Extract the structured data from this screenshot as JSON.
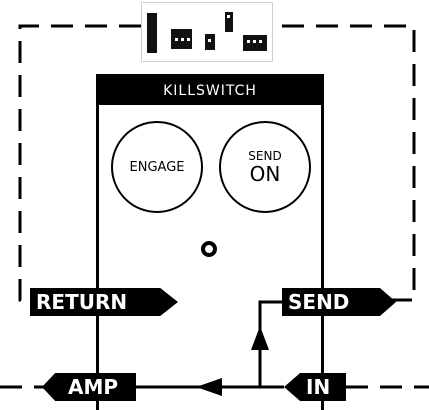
{
  "pedal": {
    "title": "KILLSWITCH",
    "engage_label": "ENGAGE",
    "send_label_top": "SEND",
    "send_label_bottom": "ON"
  },
  "connections": {
    "return_label": "RETURN",
    "send_label": "SEND",
    "amp_label": "AMP",
    "in_label": "IN"
  },
  "icons": {
    "top": "effects-pedals-icon",
    "led": "led-indicator-icon"
  },
  "colors": {
    "ink": "#000000",
    "paper": "#ffffff"
  }
}
